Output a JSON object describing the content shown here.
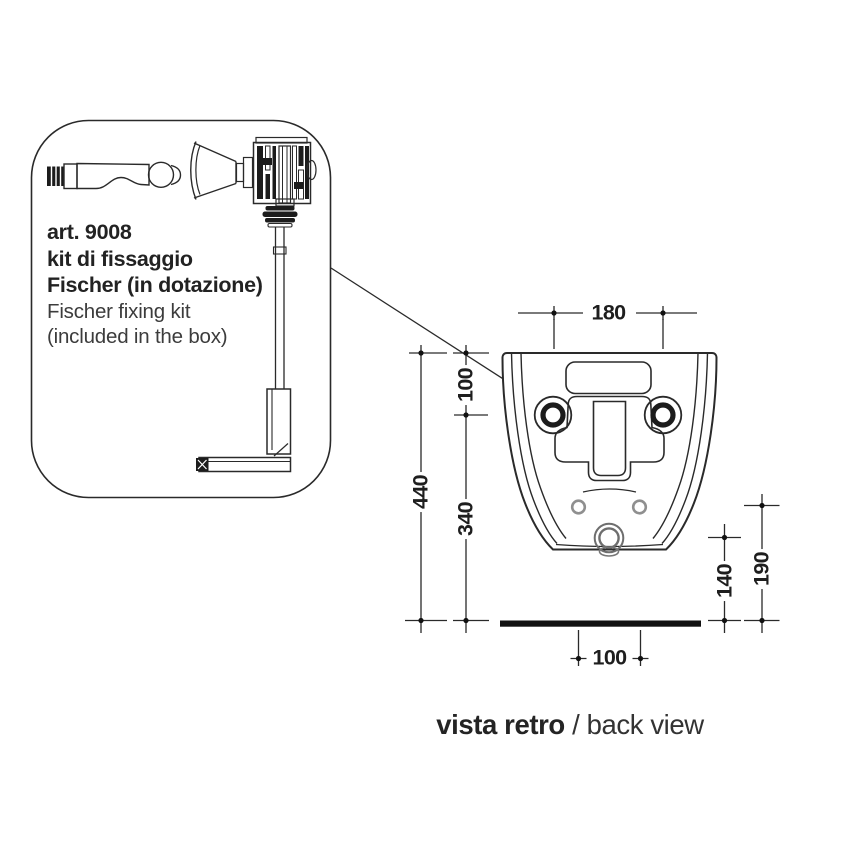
{
  "inset": {
    "caption": {
      "line1": "art. 9008",
      "line2": "kit di fissaggio",
      "line3": "Fischer (in dotazione)",
      "line4": "Fischer fixing kit",
      "line5": "(included in the box)"
    }
  },
  "dimensions": {
    "top_hole_spacing": "180",
    "hole_from_top": "100",
    "overall_height": "440",
    "hole_to_floorline": "340",
    "bottom_edge_to_floorline": "140",
    "inlet_to_floorline": "190",
    "drain_offset": "100"
  },
  "caption": {
    "italian": "vista retro",
    "separator": "/",
    "english": "back view"
  },
  "colors": {
    "line": "#2a2a2a",
    "dim_line": "#2a2a2a",
    "light_gray": "#8f8f8f",
    "mid_gray": "#6e6e6e",
    "floor_bar": "#111111",
    "background": "#ffffff"
  }
}
